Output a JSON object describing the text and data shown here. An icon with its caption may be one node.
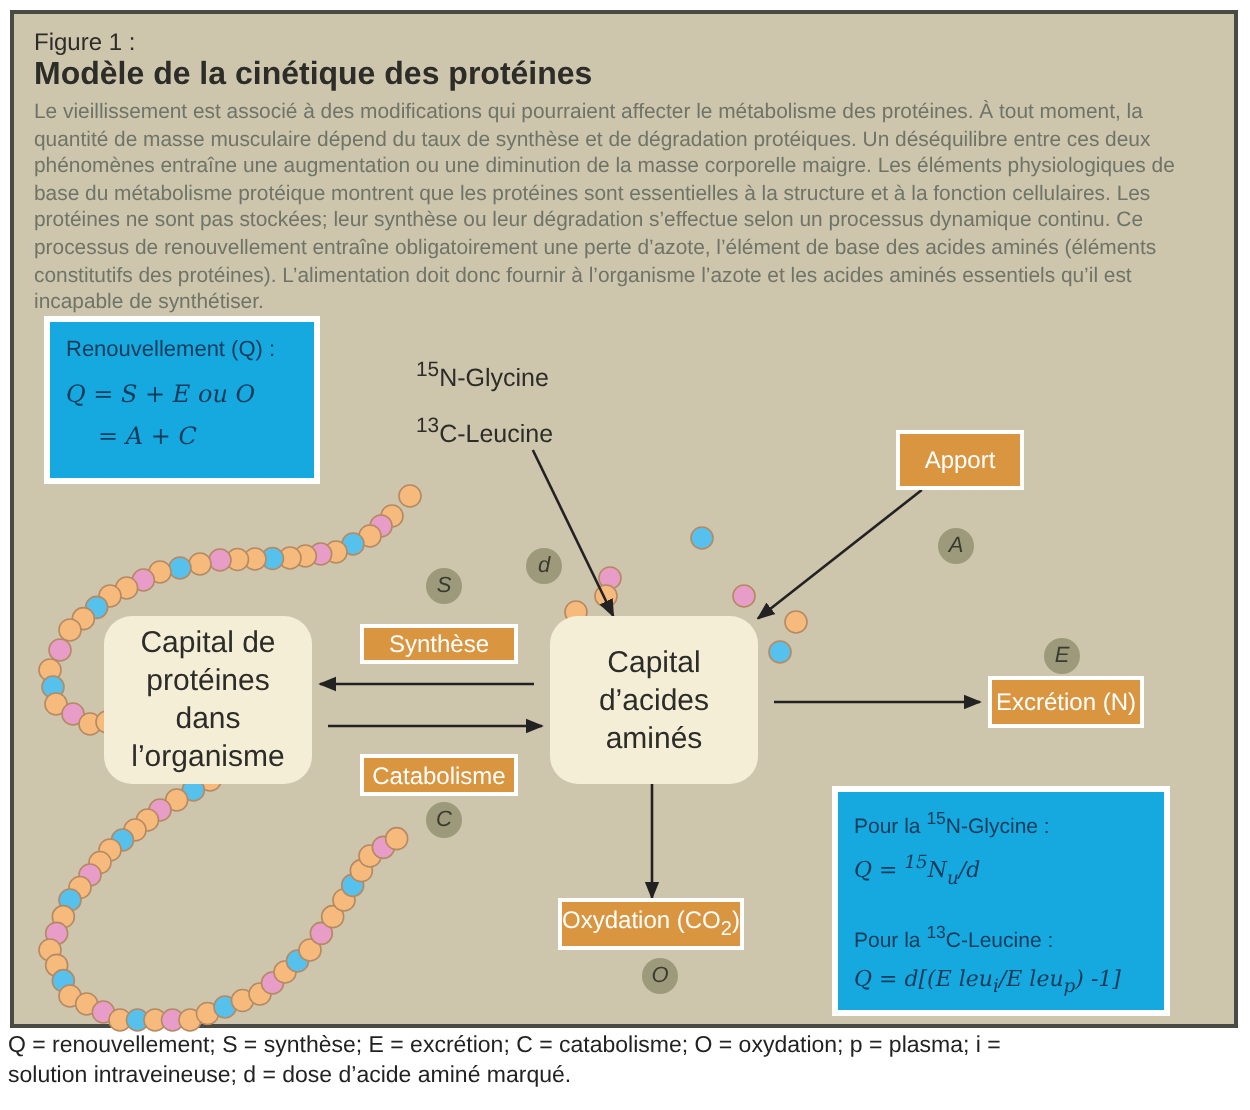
{
  "diagram": {
    "title": "Modèle de la cinétique des protéines",
    "caption": "Q = renouvellement; S = synthèse; E = excrétion; C = catabolisme; O = oxydation; p = plasma; i = solution intraveineuse; d = dose d’acide aminé marqué.",
    "nodes": [
      {
        "text": [
          "Renouvellement (Q) :",
          "Q = S + E ou O",
          "= A + C"
        ]
      },
      {
        "text": [
          "$^{15}$N-Glycine",
          "$^{13}$C-Leucine"
        ]
      },
      {
        "text": [
          "Apport"
        ],
        "beside": [
          "A"
        ]
      },
      {
        "text": [
          "Capital de protéines dans l’organisme"
        ]
      },
      {
        "text": [
          "Synthèse"
        ],
        "beside": [
          "S"
        ]
      },
      {
        "text": [
          "Capital d’acides aminés"
        ]
      },
      {
        "text": [
          "Catabolisme"
        ],
        "beside": [
          "C"
        ]
      },
      {
        "text": [
          "Excrétion (N)"
        ],
        "beside": [
          "E"
        ]
      },
      {
        "text": [
          "Oxydation (CO$_{2}$)"
        ],
        "beside": [
          "O"
        ]
      },
      {
        "text": [
          "Pour la $^{15}$N-Glycine :",
          "Q = $^{15}$N$_{u}$/d",
          "Pour la $^{13}$C-Leucine :",
          "Q = d[(E leu$_{i}$/E leu$_{p}$) -1]"
        ]
      }
    ],
    "edges": [
      {
        "from": 1,
        "to": 5,
        "arrow": "to"
      },
      {
        "from": 2,
        "to": 5,
        "arrow": "to"
      },
      {
        "from": 5,
        "to": 3,
        "arrow": "to"
      },
      {
        "from": 3,
        "to": 5,
        "arrow": "to"
      },
      {
        "from": 5,
        "to": 7,
        "arrow": "to"
      },
      {
        "from": 5,
        "to": 8,
        "arrow": "to"
      }
    ],
    "labels": [
      "Figure 1 :",
      "Le vieillissement est associé à des modifications qui pourraient affecter le métabolisme des protéines. À tout moment, la quantité de masse musculaire dépend du taux de synthèse et de dégradation protéiques. Un déséquilibre entre ces deux phénomènes entraîne une augmentation ou une diminution de la masse corporelle maigre. Les éléments physiologiques de base du métabolisme protéique montrent que les protéines sont essentielles à la structure et à la fonction cellulaires. Les protéines ne sont pas stockées; leur synthèse ou leur dégradation s’effectue selon un processus dynamique continu. Ce processus de renouvellement entraîne obligatoirement une perte d’azote, l’élément de base des acides aminés (éléments constitutifs des protéines). L’alimentation doit donc fournir à l’organisme l’azote et les acides aminés essentiels qu’il est incapable de synthétiser.",
      "d"
    ]
  }
}
